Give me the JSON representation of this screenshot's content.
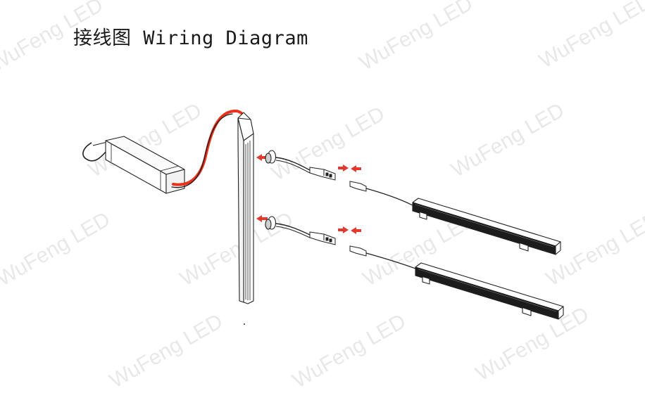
{
  "title": "接线图 Wiring Diagram",
  "watermark": "WuFeng LED",
  "colors": {
    "cable_red": "#e8321c",
    "cable_black": "#1a1a1a",
    "arrow_red": "#e23a2e",
    "line": "#222222"
  },
  "components": [
    "power-supply",
    "aluminum-channel",
    "round-switch-top",
    "round-switch-bottom",
    "connector-top",
    "connector-bottom",
    "led-bar-top",
    "led-bar-bottom"
  ]
}
